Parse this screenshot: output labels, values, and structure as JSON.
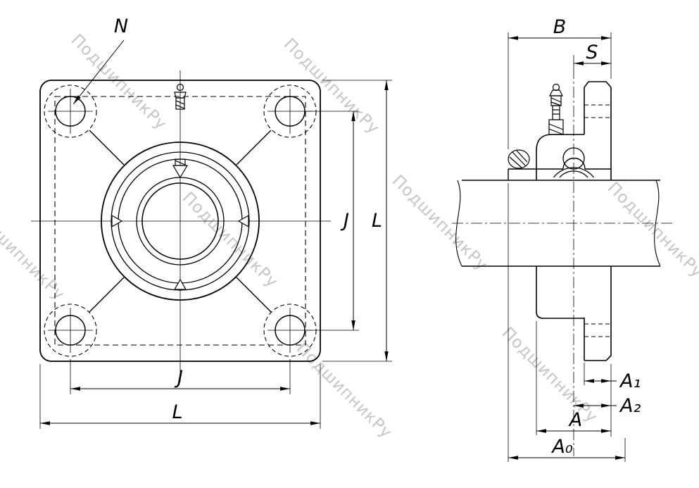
{
  "title": "flange-bearing-unit-drawing",
  "watermark": {
    "text": "ПодшипникРу",
    "color": "#c6c6c6"
  },
  "labels": {
    "n": "N",
    "j_side": "J",
    "l_side": "L",
    "j_bottom": "J",
    "l_bottom": "L",
    "b": "B",
    "s": "S",
    "a1": "A₁",
    "a2": "A₂",
    "a": "A",
    "a0": "A₀"
  }
}
